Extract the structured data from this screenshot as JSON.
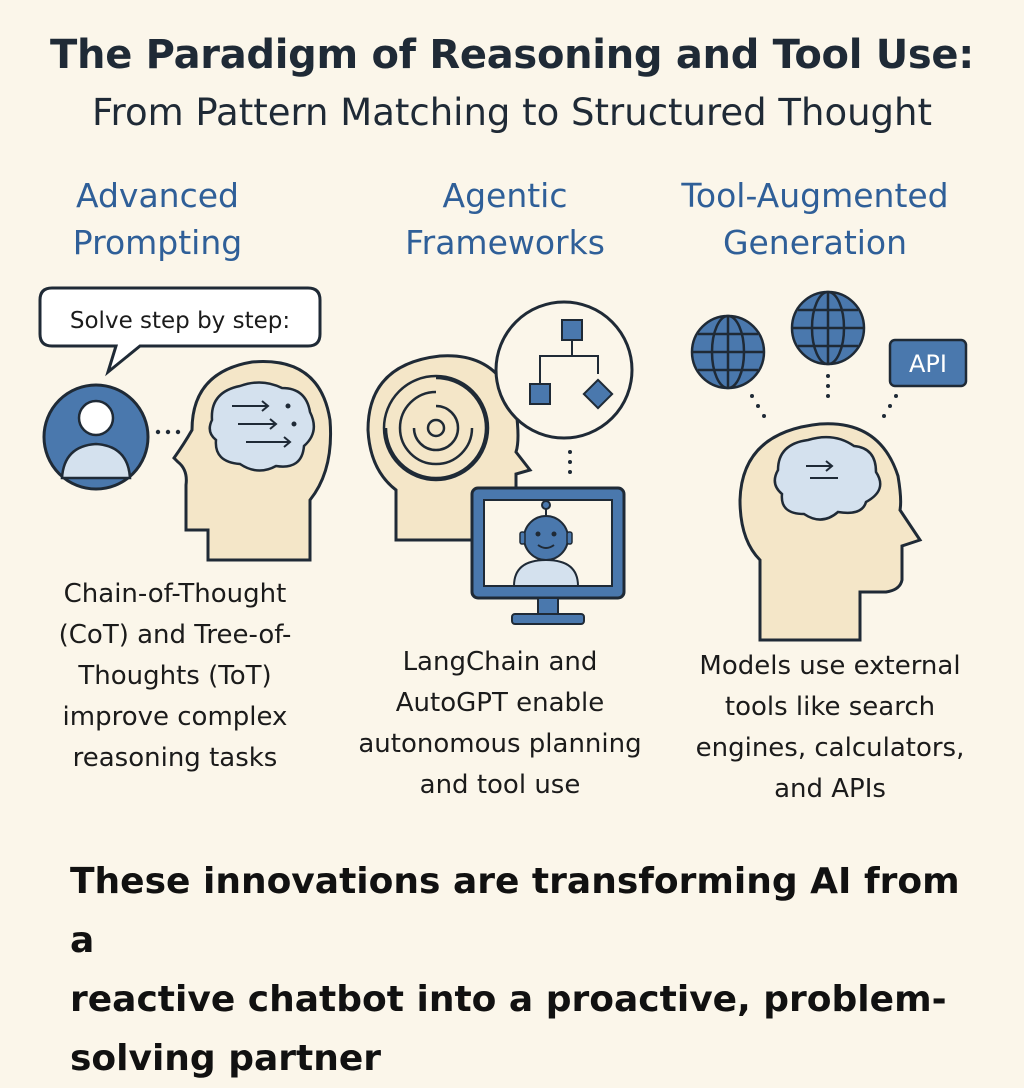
{
  "title": "The Paradigm of Reasoning and Tool Use:",
  "subtitle": "From Pattern Matching to Structured Thought",
  "columns": [
    {
      "heading_line1": "Advanced",
      "heading_line2": "Prompting",
      "bubble": "Solve step by step:",
      "description_lines": [
        "Chain-of-Thought",
        "(CoT) and Tree-of-",
        "Thoughts (ToT)",
        "improve complex",
        "reasoning tasks"
      ]
    },
    {
      "heading_line1": "Agentic",
      "heading_line2": "Frameworks",
      "description_lines": [
        "LangChain and",
        "AutoGPT enable",
        "autonomous planning",
        "and tool use"
      ]
    },
    {
      "heading_line1": "Tool-Augmented",
      "heading_line2": "Generation",
      "api_label": "API",
      "description_lines": [
        "Models use external",
        "tools like search",
        "engines, calculators,",
        "and APIs"
      ]
    }
  ],
  "footer_lines": [
    "These innovations are transforming AI from a",
    "reactive chatbot into a proactive, problem-",
    "solving partner"
  ],
  "colors": {
    "background": "#fbf6ea",
    "accent_blue": "#4a78ad",
    "heading_blue": "#2f5f98",
    "head_fill": "#f4e6c8",
    "light_blue": "#d4e1ee",
    "outline": "#1f2a36"
  }
}
